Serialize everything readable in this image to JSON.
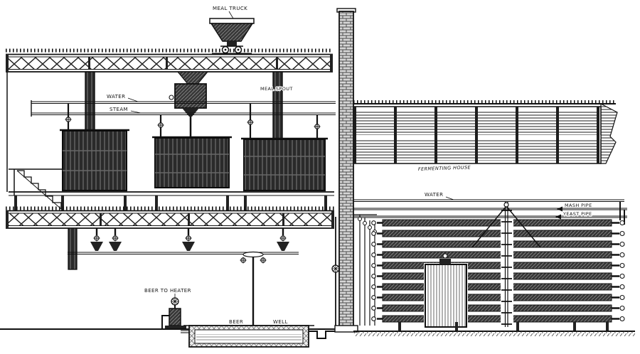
{
  "diagram": {
    "labels": {
      "meal_truck": "MEAL TRUCK",
      "water_supply": "WATER",
      "steam_supply": "STEAM",
      "meal_spout": "MEAL SPOUT",
      "fermenting_house": "FERMENTING HOUSE",
      "water_line": "WATER",
      "mash_pipe": "MASH PIPE",
      "yeast_pipe": "YEAST PIPE",
      "beer_to_heater": "BEER TO HEATER",
      "beer_well_left": "BEER",
      "beer_well_right": "WELL"
    },
    "colors": {
      "ink": "#1a1a1a",
      "paper": "#ffffff"
    }
  }
}
